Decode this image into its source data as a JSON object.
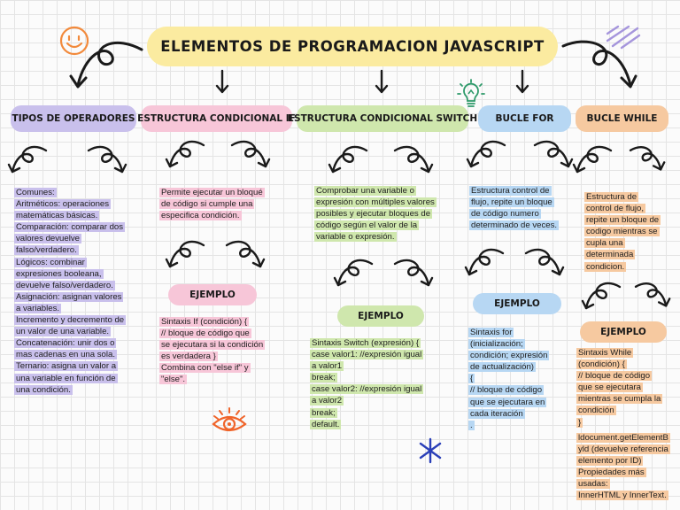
{
  "title": "ELEMENTOS DE PROGRAMACION JAVASCRIPT",
  "colors": {
    "title": "#fbeba0",
    "operadores": "#c9c0ec",
    "condicional_if": "#f7c6d8",
    "switch": "#cfe7ad",
    "bucle_for": "#b7d7f3",
    "bucle_while": "#f6c9a0"
  },
  "icons": [
    "smiley-icon",
    "lightbulb-icon",
    "eye-icon",
    "asterisk-icon",
    "sparkle-lines-icon",
    "curly-arrow-icon"
  ],
  "columns": {
    "operadores": {
      "header": "TIPOS DE OPERADORES",
      "lines": [
        "Comunes:",
        "Aritméticos: operaciones",
        "matemáticas básicas.",
        "Comparación: comparar dos",
        "valores devuelve",
        "falso/verdadero.",
        "Lógicos: combinar",
        "expresiones booleana,",
        "devuelve falso/verdadero.",
        "Asignación: asignan valores",
        "a variables.",
        "Incremento y decremento de",
        "un valor de una variable.",
        "Concatenación: unir dos o",
        "mas cadenas en una sola.",
        "Ternario: asigna un valor a",
        "una variable en función de",
        "una condición."
      ]
    },
    "condicional_if": {
      "header": "ESTRUCTURA CONDICIONAL IF",
      "lines": [
        "Permite ejecutar un bloqué",
        "de código si cumple una",
        "especifica condición."
      ],
      "example_label": "EJEMPLO",
      "example_lines": [
        "Sintaxis If (condición) {",
        " // bloque de código que",
        "se ejecutara si la condición",
        "es verdadera }",
        "Combina con \"else if\" y",
        "\"else\"."
      ]
    },
    "switch": {
      "header": "ESTRUCTURA CONDICIONAL SWITCH",
      "lines": [
        "Comprobar una variable o",
        "expresión con múltiples valores",
        "posibles y ejecutar bloques de",
        "código según el valor de la",
        "variable o expresión."
      ],
      "example_label": "EJEMPLO",
      "example_lines": [
        "Sintaxis Switch (expresión) {",
        "case valor1: //expresión igual",
        "a valor1",
        "break;",
        "case valor2: //expresión igual",
        "a valor2",
        "break;",
        "default."
      ]
    },
    "bucle_for": {
      "header": "BUCLE FOR",
      "lines": [
        "Estructura control de",
        "flujo, repite un bloque",
        "de código numero",
        "determinado de veces."
      ],
      "example_label": "EJEMPLO",
      "example_lines": [
        "Sintaxis for",
        "(inicialización;",
        "condición; expresión",
        "de actualización)",
        "{",
        " // bloque de código",
        "que se ejecutara en",
        "cada iteración",
        "."
      ]
    },
    "bucle_while": {
      "header": "BUCLE WHILE",
      "lines": [
        "Estructura de",
        "control de flujo,",
        "repite un bloque de",
        "codigo mientras se",
        "cupla una",
        "determinada",
        "condicion."
      ],
      "example_label": "EJEMPLO",
      "example_lines": [
        "Sintaxis While",
        "(condición) {",
        " // bloque de código",
        "que se ejecutara",
        "mientras se cumpla la",
        "condición",
        "}"
      ],
      "extra_lines": [
        "ldocument.getElementB",
        "yld (devuelve referencia",
        "elemento por ID)",
        "Propiedades más",
        "usadas:",
        "InnerHTML y InnerText."
      ]
    }
  }
}
